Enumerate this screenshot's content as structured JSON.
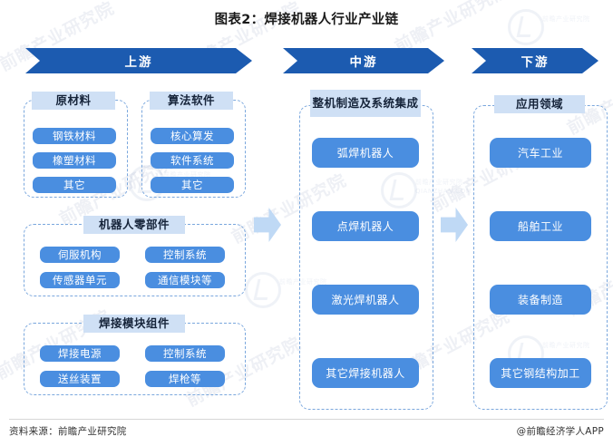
{
  "title": "图表2：焊接机器人行业产业链",
  "columns": [
    {
      "key": "upstream",
      "banner": "上游",
      "groups": [
        {
          "key": "raw-materials",
          "title": "原材料",
          "items": [
            "钢铁材料",
            "橡塑材料",
            "其它"
          ]
        },
        {
          "key": "algorithm-software",
          "title": "算法软件",
          "items": [
            "核心算发",
            "软件系统",
            "其它"
          ]
        },
        {
          "key": "robot-parts",
          "title": "机器人零部件",
          "items": [
            "伺服机构",
            "控制系统",
            "传感器单元",
            "通信模块等"
          ]
        },
        {
          "key": "welding-module",
          "title": "焊接模块组件",
          "items": [
            "焊接电源",
            "控制系统",
            "送丝装置",
            "焊枪等"
          ]
        }
      ]
    },
    {
      "key": "midstream",
      "banner": "中游",
      "groups": [
        {
          "key": "machine-manufacturing",
          "title": "整机制造及系统集成",
          "items": [
            "弧焊机器人",
            "点焊机器人",
            "激光焊机器人",
            "其它焊接机器人"
          ]
        }
      ]
    },
    {
      "key": "downstream",
      "banner": "下游",
      "groups": [
        {
          "key": "application-fields",
          "title": "应用领域",
          "items": [
            "汽车工业",
            "船舶工业",
            "装备制造",
            "其它钢结构加工"
          ]
        }
      ]
    }
  ],
  "arrows": [
    "flow-arrow-upstream-to-midstream",
    "flow-arrow-midstream-to-downstream"
  ],
  "footer": {
    "source": "资料来源：前瞻产业研究院",
    "brand": "@前瞻经济学人APP"
  },
  "watermark": {
    "text": "前瞻产业研究院",
    "brand": "前瞻产业研究院",
    "sub": "QIANZHAN.COM"
  },
  "colors": {
    "banner": "#1c5bb0",
    "group_title_bg": "#cfe0f5",
    "item_bg": "#4a8ee0",
    "dashed_border": "#7aa7dd",
    "flow_arrow": "#bfd9f5"
  }
}
